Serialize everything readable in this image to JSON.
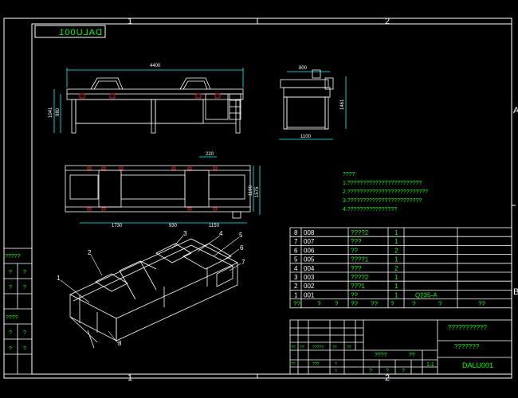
{
  "colors": {
    "background": "#000000",
    "line": "#ffffff",
    "text": "#00ff00",
    "accent": "#ff2020",
    "dim": "#00ffff"
  },
  "drawing_stamp": "DALU001",
  "zone_numbers": [
    "1",
    "2"
  ],
  "zone_letters": [
    "A",
    "B"
  ],
  "front_view": {
    "overall_length": "4400",
    "height_overall": "1041",
    "height_inner": "980"
  },
  "side_view": {
    "top_width": "800",
    "overall_height": "1461",
    "base_width": "1100"
  },
  "top_view": {
    "dim_top": "220",
    "dim_left": "1730",
    "dim_mid": "930",
    "dim_right": "1150",
    "dim_side_a": "1190",
    "dim_side_b": "1575"
  },
  "iso_labels": [
    "1",
    "2",
    "3",
    "4",
    "5",
    "6",
    "7",
    "8"
  ],
  "notes": {
    "title": "????",
    "lines": [
      "1.????????????????????????",
      "2.??????????????????????????",
      "3.????????????????????????",
      "4.????????????????"
    ]
  },
  "bom_rows": [
    {
      "no": "8",
      "code": "008",
      "name": "????2",
      "qty": "1",
      "material": "",
      "note": ""
    },
    {
      "no": "7",
      "code": "007",
      "name": "???",
      "qty": "1",
      "material": "",
      "note": ""
    },
    {
      "no": "6",
      "code": "006",
      "name": "??",
      "qty": "2",
      "material": "",
      "note": ""
    },
    {
      "no": "5",
      "code": "005",
      "name": "????1",
      "qty": "1",
      "material": "",
      "note": ""
    },
    {
      "no": "4",
      "code": "004",
      "name": "???",
      "qty": "2",
      "material": "",
      "note": ""
    },
    {
      "no": "3",
      "code": "003",
      "name": "????2",
      "qty": "1",
      "material": "",
      "note": ""
    },
    {
      "no": "2",
      "code": "002",
      "name": "???1",
      "qty": "1",
      "material": "",
      "note": ""
    },
    {
      "no": "1",
      "code": "001",
      "name": "??",
      "qty": "1",
      "material": "Q235-A",
      "note": ""
    }
  ],
  "bom_header": [
    "??",
    "?",
    "?",
    "??",
    "??",
    "?",
    "?",
    "?",
    "??"
  ],
  "left_strip": [
    "?????",
    "?",
    "?",
    "?",
    "?",
    "????",
    "?",
    "?",
    "?",
    "?"
  ],
  "title_block": {
    "title_main": "???????????",
    "title_sub": "???????",
    "drawing_no": "DALU001",
    "scale": "1:1",
    "small_a": "????",
    "small_b": "??",
    "small_c": "?",
    "small_d": "?",
    "small_e": "?",
    "row1": [
      "??",
      "??",
      "?????",
      "??",
      "??"
    ],
    "row2": [
      "??",
      "???",
      "?",
      "?"
    ]
  }
}
